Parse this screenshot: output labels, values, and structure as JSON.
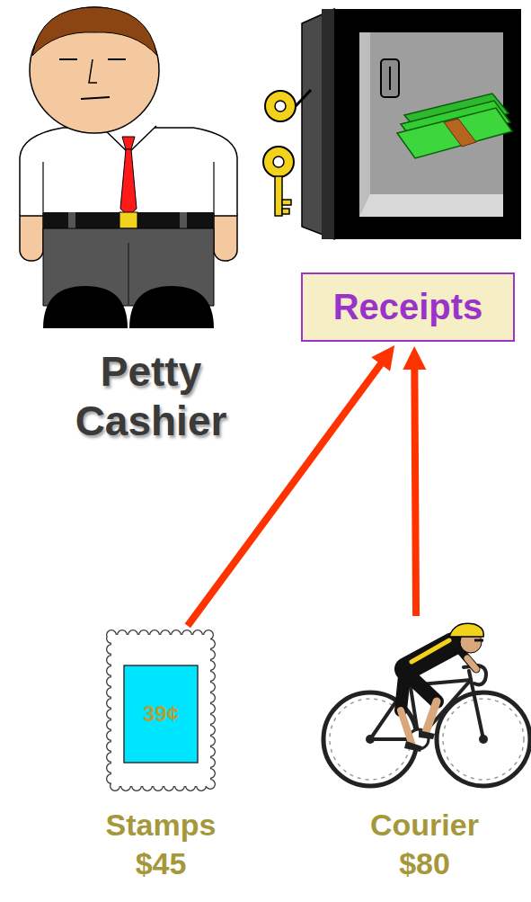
{
  "diagram": {
    "nodes": [
      {
        "text": [
          "Receipts"
        ]
      },
      {
        "text": [
          "39¢",
          "Stamps $45"
        ]
      },
      {
        "text": [
          "Courier $80"
        ]
      }
    ],
    "edges": [
      {
        "from": 1,
        "to": 0,
        "arrow": "to"
      },
      {
        "from": 2,
        "to": 0,
        "arrow": "to"
      }
    ],
    "labels": [
      "Petty Cashier"
    ]
  }
}
